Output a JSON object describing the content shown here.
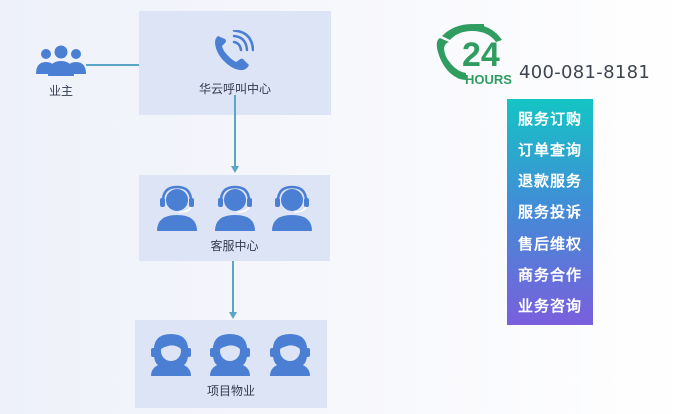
{
  "nodes": {
    "owner": "业主",
    "call_center": "华云呼叫中心",
    "service_center": "客服中心",
    "property": "项目物业"
  },
  "hotline": {
    "logo_number": "24",
    "logo_text": "HOURS",
    "phone": "400-081-8181"
  },
  "services": [
    "服务订购",
    "订单查询",
    "退款服务",
    "服务投诉",
    "售后维权",
    "商务合作",
    "业务咨询"
  ],
  "colors": {
    "icon_blue": "#4a7fd4",
    "box_bg": "#dde4f5",
    "connector": "#5aa6c6",
    "logo_green": "#2e9d5f"
  },
  "icons": [
    "group-icon",
    "phone-icon",
    "headset-agent-icon",
    "headset-female-agent-icon"
  ]
}
